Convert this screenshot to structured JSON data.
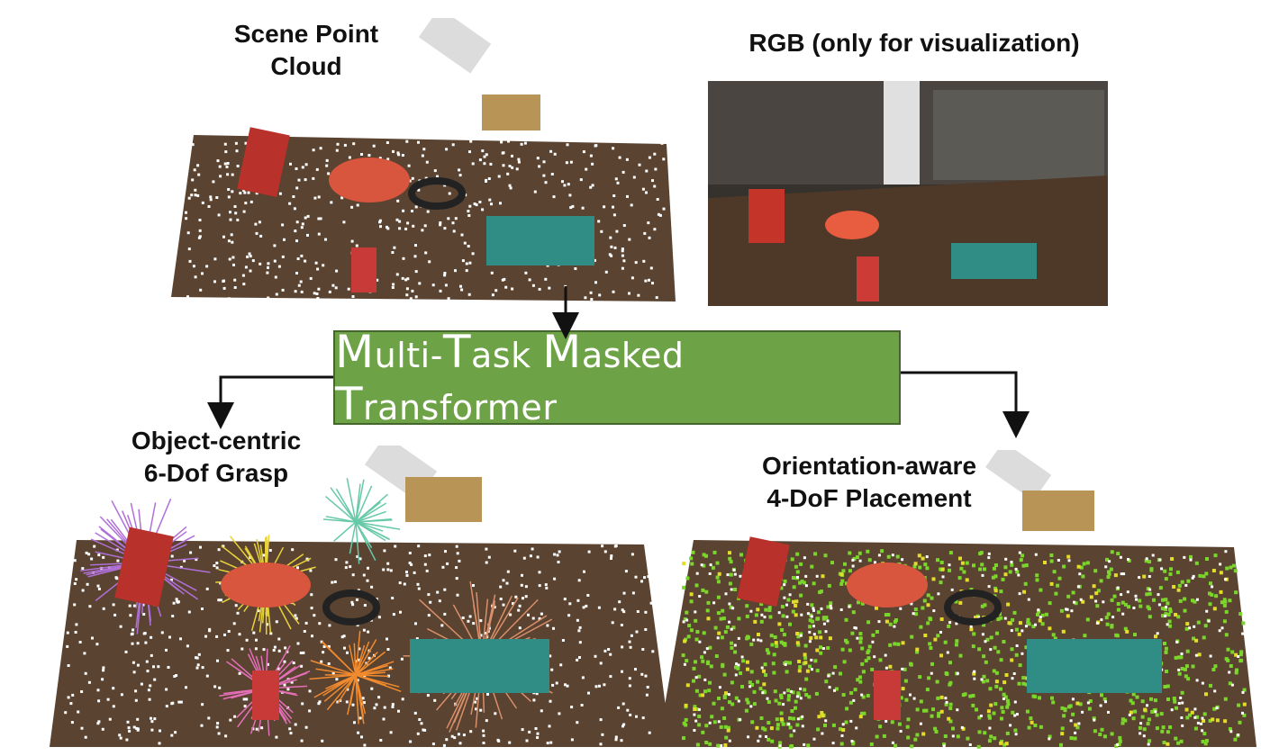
{
  "labels": {
    "scene": "Scene Point\nCloud",
    "rgb": "RGB (only for visualization)",
    "grasp": "Object-centric\n6-Dof Grasp",
    "placement": "Orientation-aware\n4-DoF Placement"
  },
  "model": {
    "parts": [
      {
        "cap": "M",
        "rest": "ulti-"
      },
      {
        "cap": "T",
        "rest": "ask "
      },
      {
        "cap": "M",
        "rest": "asked "
      },
      {
        "cap": "T",
        "rest": "ransformer"
      }
    ]
  },
  "colors": {
    "box_fill": "#6da246",
    "box_border": "#44652b",
    "table_wood": "#5a4330",
    "point_white": "#ffffff",
    "grasp_purple": "#b070d8",
    "grasp_yellow": "#e8d23a",
    "grasp_teal": "#66c9a8",
    "grasp_pink": "#e56fb9",
    "grasp_orange": "#f28a2e",
    "placement_green": "#7bd62c",
    "placement_yellow": "#e3dd29"
  }
}
